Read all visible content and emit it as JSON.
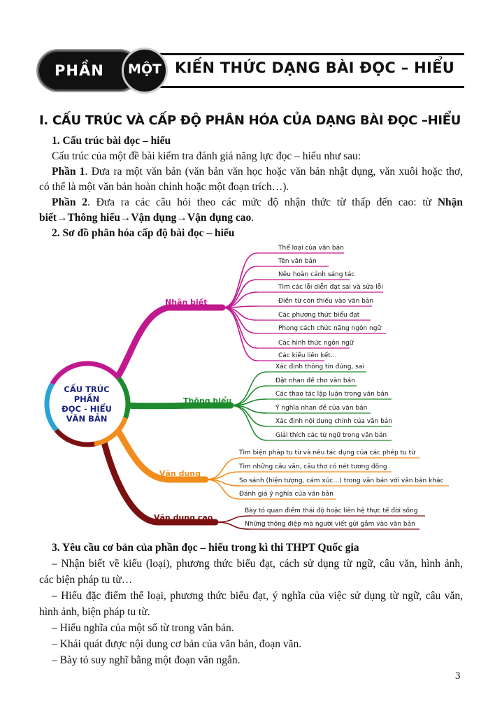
{
  "header": {
    "part_label": "PHẦN",
    "number_label": "MỘT",
    "title": "KIẾN THỨC DẠNG BÀI ĐỌC – HIỂU"
  },
  "section1": {
    "title": "I. CẤU TRÚC VÀ CẤP ĐỘ PHÂN HÓA CỦA DẠNG BÀI ĐỌC –HIỂU",
    "sub1_title": "1. Cấu trúc bài đọc – hiểu",
    "intro": "Cấu trúc của một đề bài kiểm tra đánh giá năng lực đọc – hiểu như sau:",
    "part1_label": "Phần 1",
    "part1_text_a": ". Đưa ra một văn bản (văn bản văn học hoặc văn bản nhật dụng, văn xuôi hoặc thơ,",
    "part1_text_b": "có thể là một văn bản hoàn chỉnh hoặc một đoạn trích…).",
    "part2_label": "Phần 2",
    "part2_text_a": ". Đưa ra các câu hỏi theo các mức độ nhận thức từ thấp đến cao: từ",
    "part2_bold_a": "Nhận",
    "part2_bold_b": "biết→Thông hiểu→Vận dụng→Vận dụng cao",
    "part2_end": ".",
    "sub2_title": "2. Sơ đồ phân hóa cấp độ bài đọc – hiểu"
  },
  "mindmap": {
    "center_lines": [
      "CẤU TRÚC",
      "PHẦN",
      "ĐỌC - HIỂU",
      "VĂN BẢN"
    ],
    "branches": [
      {
        "label": "Nhận biết",
        "color": "#c2188e",
        "items": [
          "Thể loại của văn bản",
          "Tên văn bản",
          "Nêu hoàn cảnh sáng tác",
          "Tìm các lỗi diễn đạt sai và sửa lỗi",
          "Điền từ còn thiếu vào văn bản",
          "Các phương thức biểu đạt",
          "Phong cách chức năng ngôn ngữ",
          "Các hình thức ngôn ngữ",
          "Các kiểu liên kết…"
        ]
      },
      {
        "label": "Thông hiểu",
        "color": "#1e8a2e",
        "items": [
          "Xác định thông tin đúng, sai",
          "Đặt nhan đề cho văn bản",
          "Các thao tác lập luận trong văn bản",
          "Ý nghĩa nhan đề của văn bản",
          "Xác định nội dung chính của văn bản",
          "Giải thích các từ ngữ trong văn bản"
        ]
      },
      {
        "label": "Vận dụng",
        "color": "#f28c1c",
        "items": [
          "Tìm biện pháp tu từ và nêu tác dụng của các phép tu từ",
          "Tìm những câu văn, câu thơ có nét tương đồng",
          "So sánh (hiện tượng, cảm xúc…) trong văn bản với văn bản khác",
          "Đánh giá ý nghĩa của văn bản"
        ]
      },
      {
        "label": "Vận dụng cao",
        "color": "#7a1010",
        "items": [
          "Bày tỏ quan điểm thái độ hoặc liên hệ thực tế đời sống",
          "Những thông điệp mà người viết gửi gắm vào văn bản"
        ]
      }
    ]
  },
  "section3": {
    "title": "3. Yêu cầu cơ bản của phần đọc – hiểu trong kì thi THPT Quốc gia",
    "b1a": "– Nhận biết về kiểu (loại), phương thức biểu đạt, cách sử dụng từ ngữ, câu văn, hình ảnh,",
    "b1b": "các biện pháp tu từ…",
    "b2a": "– Hiểu đặc điểm thể loại, phương thức biểu đạt, ý nghĩa của việc sử dụng từ ngữ, câu văn,",
    "b2b": "hình ảnh, biện pháp tu từ.",
    "b3": "– Hiểu nghĩa của một số từ trong văn bản.",
    "b4": "– Khái quát được nội dung cơ bản của văn bản, đoạn văn.",
    "b5": "– Bày tỏ suy nghĩ bằng một đoạn văn ngắn."
  },
  "page_number": "3"
}
